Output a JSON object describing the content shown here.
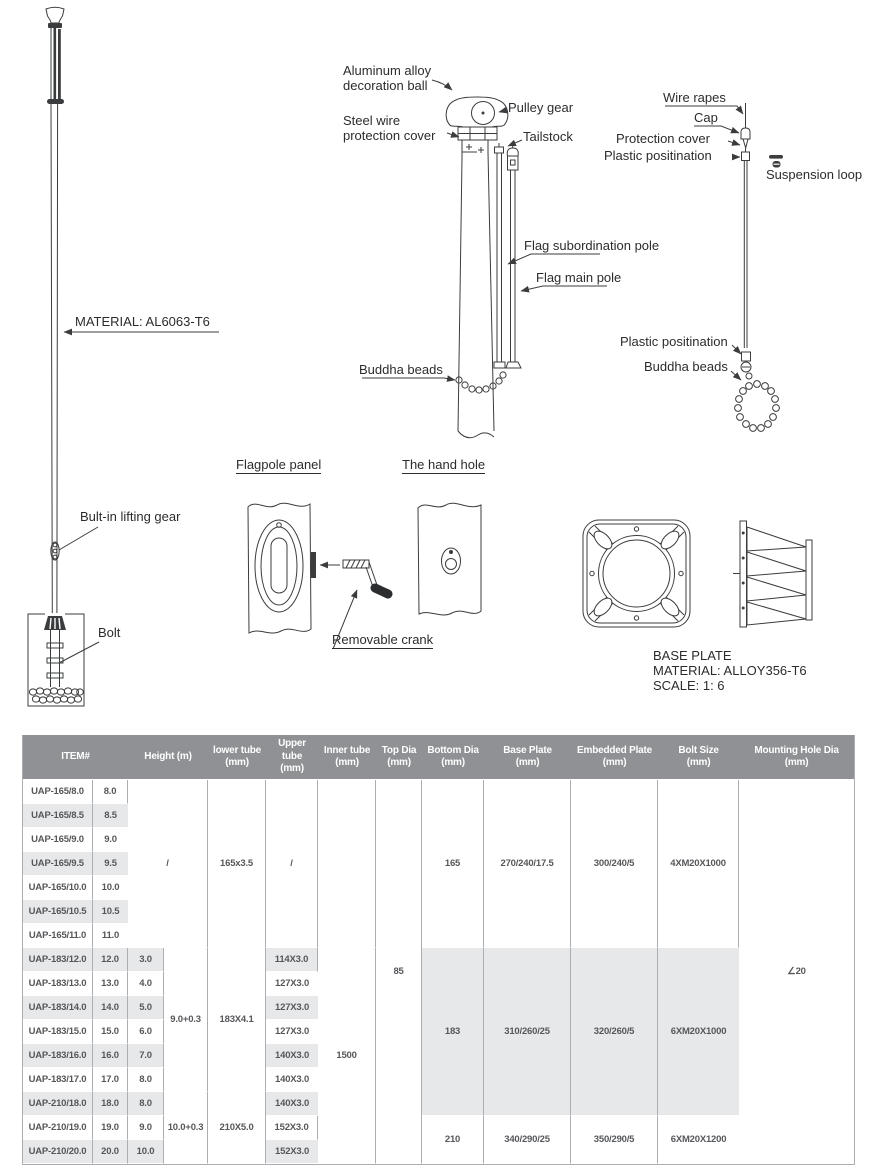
{
  "colors": {
    "line": "#3b3c3e",
    "header_bg": "#8f9194",
    "row_alt": "#e7e8ea",
    "table_text": "#55575a"
  },
  "diagram": {
    "labels": {
      "material": "MATERIAL: AL6063-T6",
      "lifting_gear": "Bult-in lifting gear",
      "bolt": "Bolt",
      "alu_ball": "Aluminum alloy\ndecoration ball",
      "steel_wire": "Steel wire\nprotection cover",
      "pulley_gear": "Pulley gear",
      "tailstock": "Tailstock",
      "flag_sub_pole": "Flag subordination pole",
      "flag_main_pole": "Flag main pole",
      "buddha_beads_center": "Buddha beads",
      "wire_rapes": "Wire rapes",
      "cap": "Cap",
      "protection_cover": "Protection cover",
      "plastic_top": "Plastic positination",
      "suspension_loop": "Suspension loop",
      "plastic_bottom": "Plastic positination",
      "buddha_beads_right": "Buddha beads",
      "flagpole_panel": "Flagpole panel",
      "hand_hole": "The hand hole",
      "removable_crank": "Removable crank",
      "base_plate_info": "BASE PLATE\nMATERIAL: ALLOY356-T6\nSCALE: 1: 6"
    }
  },
  "table": {
    "header": [
      {
        "label": "ITEM#",
        "colspan": 2
      },
      {
        "label": "Height (m)",
        "colspan": 2
      },
      {
        "label": "lower tube\n(mm)"
      },
      {
        "label": "Upper tube\n(mm)"
      },
      {
        "label": "Inner tube\n(mm)"
      },
      {
        "label": "Top Dia\n(mm)"
      },
      {
        "label": "Bottom Dia\n(mm)"
      },
      {
        "label": "Base Plate\n(mm)"
      },
      {
        "label": "Embedded Plate\n(mm)"
      },
      {
        "label": "Bolt Size\n(mm)"
      },
      {
        "label": "Mounting Hole Dia\n(mm)"
      }
    ],
    "rows": [
      [
        {
          "t": "UAP-165/8.0"
        },
        {
          "t": "8.0"
        },
        {
          "t": "/",
          "cs": 2,
          "rs": 7
        },
        {
          "t": "165x3.5",
          "rs": 7
        },
        {
          "t": "/",
          "rs": 7
        },
        {
          "t": "",
          "rs": 7
        },
        {
          "t": "85",
          "rs": 16
        },
        {
          "t": "165",
          "rs": 7
        },
        {
          "t": "270/240/17.5",
          "rs": 7
        },
        {
          "t": "300/240/5",
          "rs": 7
        },
        {
          "t": "4XM20X1000",
          "rs": 7
        },
        {
          "t": "∠20",
          "rs": 16
        }
      ],
      [
        {
          "t": "UAP-165/8.5"
        },
        {
          "t": "8.5"
        }
      ],
      [
        {
          "t": "UAP-165/9.0"
        },
        {
          "t": "9.0"
        }
      ],
      [
        {
          "t": "UAP-165/9.5"
        },
        {
          "t": "9.5"
        }
      ],
      [
        {
          "t": "UAP-165/10.0"
        },
        {
          "t": "10.0"
        }
      ],
      [
        {
          "t": "UAP-165/10.5"
        },
        {
          "t": "10.5"
        }
      ],
      [
        {
          "t": "UAP-165/11.0"
        },
        {
          "t": "11.0"
        }
      ],
      [
        {
          "t": "UAP-183/12.0"
        },
        {
          "t": "12.0"
        },
        {
          "t": "3.0"
        },
        {
          "t": "9.0+0.3",
          "rs": 6
        },
        {
          "t": "183X4.1",
          "rs": 6
        },
        {
          "t": "114X3.0"
        },
        {
          "t": "1500",
          "rs": 9
        },
        {
          "t": "183",
          "rs": 7,
          "shade": true
        },
        {
          "t": "310/260/25",
          "rs": 7,
          "shade": true
        },
        {
          "t": "320/260/5",
          "rs": 7,
          "shade": true
        },
        {
          "t": "6XM20X1000",
          "rs": 7,
          "shade": true
        }
      ],
      [
        {
          "t": "UAP-183/13.0"
        },
        {
          "t": "13.0"
        },
        {
          "t": "4.0"
        },
        {
          "t": "127X3.0"
        }
      ],
      [
        {
          "t": "UAP-183/14.0"
        },
        {
          "t": "14.0"
        },
        {
          "t": "5.0"
        },
        {
          "t": "127X3.0"
        }
      ],
      [
        {
          "t": "UAP-183/15.0"
        },
        {
          "t": "15.0"
        },
        {
          "t": "6.0"
        },
        {
          "t": "127X3.0"
        }
      ],
      [
        {
          "t": "UAP-183/16.0"
        },
        {
          "t": "16.0"
        },
        {
          "t": "7.0"
        },
        {
          "t": "140X3.0"
        }
      ],
      [
        {
          "t": "UAP-183/17.0"
        },
        {
          "t": "17.0"
        },
        {
          "t": "8.0"
        },
        {
          "t": "140X3.0"
        }
      ],
      [
        {
          "t": "UAP-210/18.0"
        },
        {
          "t": "18.0"
        },
        {
          "t": "8.0"
        },
        {
          "t": "10.0+0.3",
          "rs": 3
        },
        {
          "t": "210X5.0",
          "rs": 3
        },
        {
          "t": "140X3.0"
        }
      ],
      [
        {
          "t": "UAP-210/19.0"
        },
        {
          "t": "19.0"
        },
        {
          "t": "9.0"
        },
        {
          "t": "152X3.0"
        },
        {
          "t": "210",
          "rs": 2
        },
        {
          "t": "340/290/25",
          "rs": 2
        },
        {
          "t": "350/290/5",
          "rs": 2
        },
        {
          "t": "6XM20X1200",
          "rs": 2
        }
      ],
      [
        {
          "t": "UAP-210/20.0"
        },
        {
          "t": "20.0"
        },
        {
          "t": "10.0"
        },
        {
          "t": "152X3.0"
        }
      ]
    ]
  }
}
